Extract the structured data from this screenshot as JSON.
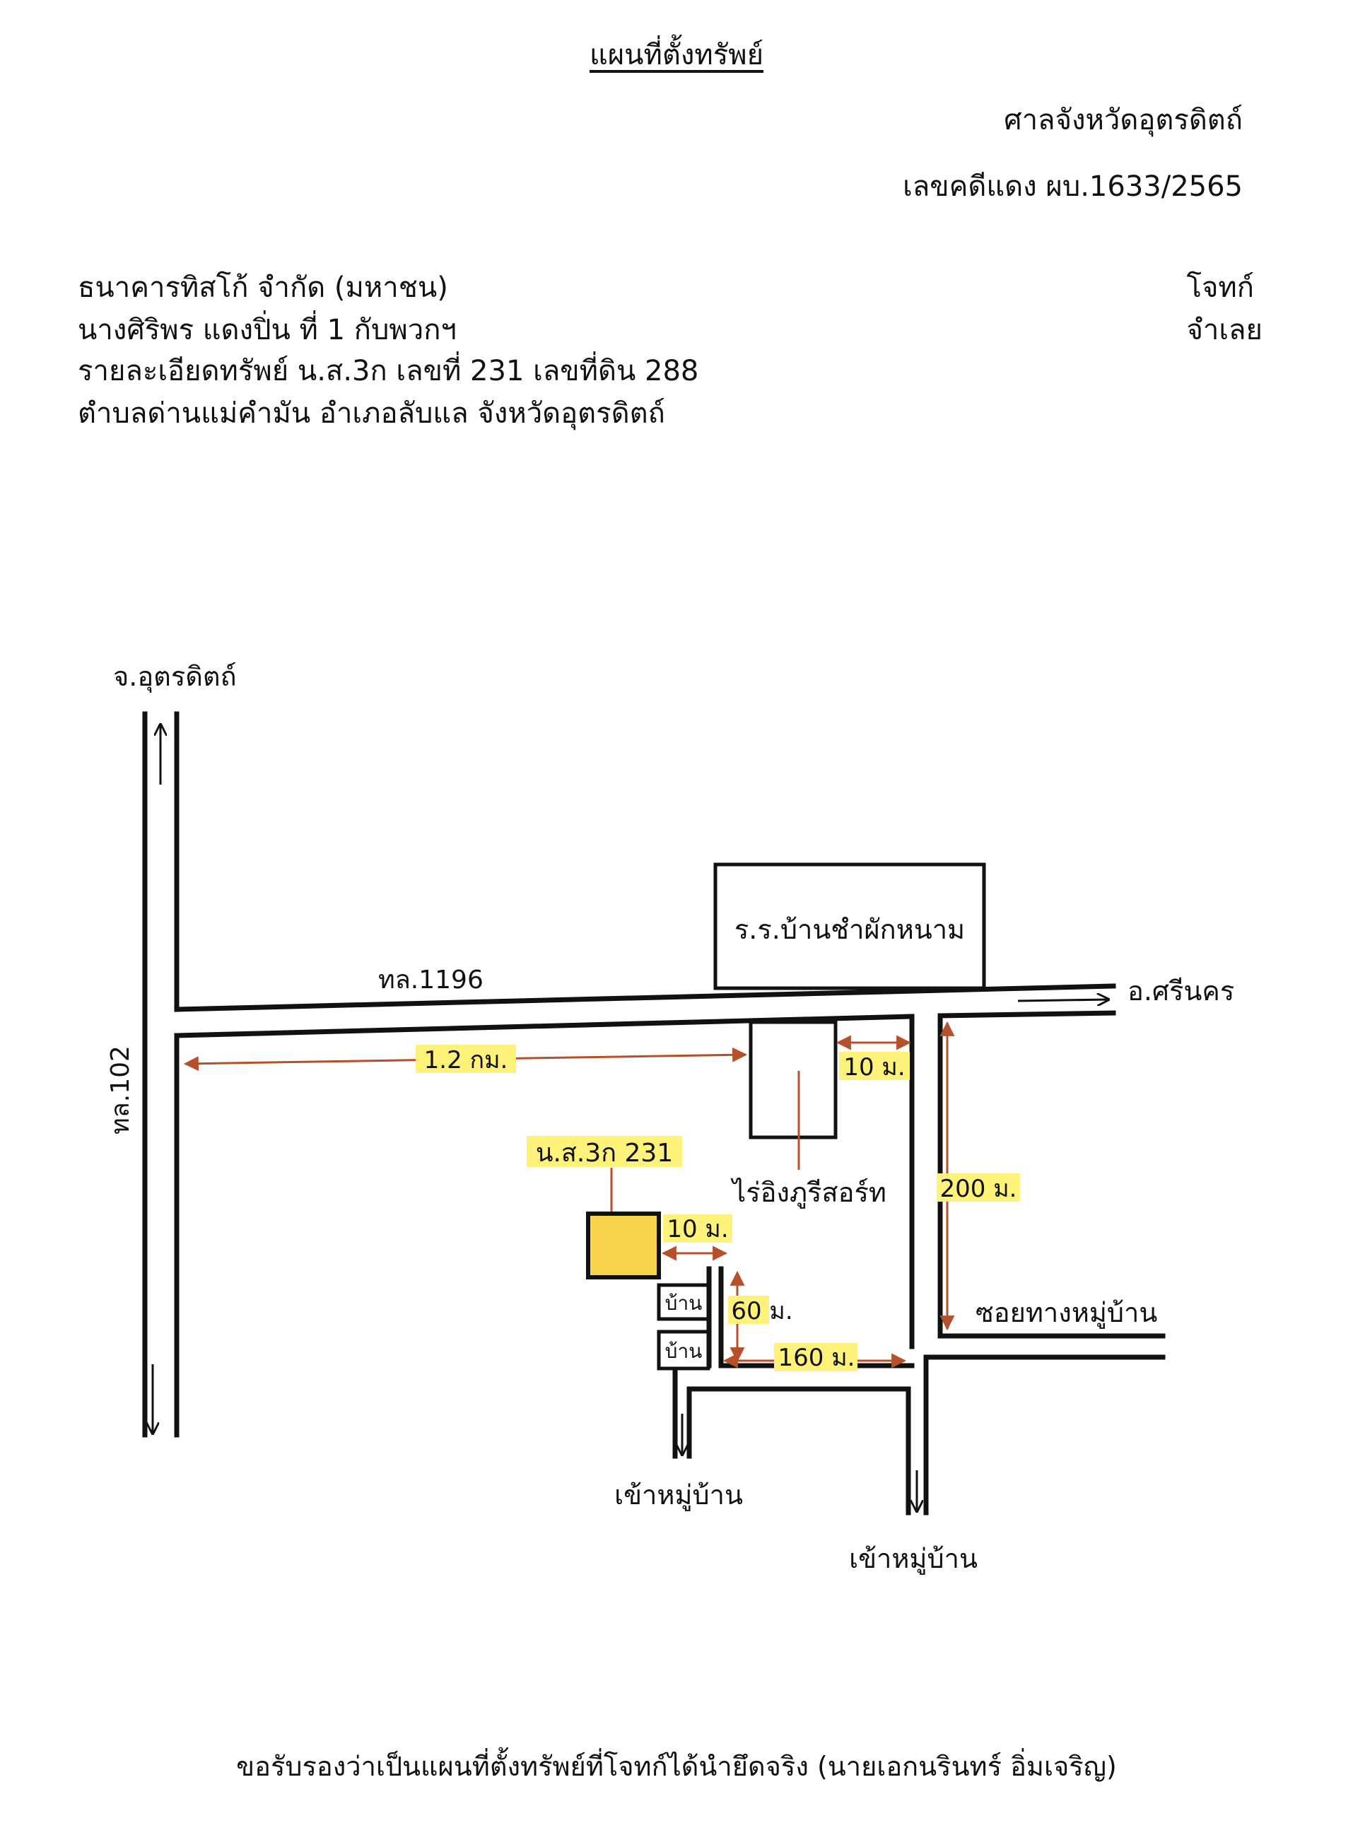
{
  "document": {
    "title": "แผนที่ตั้งทรัพย์",
    "court": "ศาลจังหวัดอุตรดิตถ์",
    "case_no": "เลขคดีแดง ผบ.1633/2565",
    "plaintiff": "ธนาคารทิสโก้ จำกัด (มหาชน)",
    "plaintiff_role": "โจทก์",
    "defendant": "นางศิริพร แดงปิ่น ที่ 1 กับพวกฯ",
    "defendant_role": "จำเลย",
    "property_detail": "รายละเอียดทรัพย์ น.ส.3ก เลขที่ 231 เลขที่ดิน 288",
    "location": "ตำบลด่านแม่คำมัน อำเภอลับแล จังหวัดอุตรดิตถ์",
    "certification": "ขอรับรองว่าเป็นแผนที่ตั้งทรัพย์ที่โจทก์ได้นำยึดจริง (นายเอกนรินทร์ อิ่มเจริญ)"
  },
  "map": {
    "to_uttaradit": "จ.อุตรดิตถ์",
    "highway_102": "ทล.102",
    "highway_1196": "ทล.1196",
    "to_sri_nakhon": "อ.ศรีนคร",
    "school": "ร.ร.บ้านชำผักหนาม",
    "resort": "ไร่อิงภูรีสอร์ท",
    "dist_1_2km": "1.2 กม.",
    "dist_10m_a": "10 ม.",
    "dist_10m_b": "10 ม.",
    "dist_200m": "200 ม.",
    "dist_60m": "60 ม.",
    "dist_160m": "160 ม.",
    "property_label": "น.ส.3ก 231",
    "house_1": "บ้าน",
    "house_2": "บ้าน",
    "village_road": "ซอยทางหมู่บ้าน",
    "to_village_1": "เข้าหมู่บ้าน",
    "to_village_2": "เข้าหมู่บ้าน"
  },
  "colors": {
    "road": "#111111",
    "measure_arrow": "#b5502a",
    "highlight": "#fff27a",
    "property_fill": "#f7d44a"
  }
}
